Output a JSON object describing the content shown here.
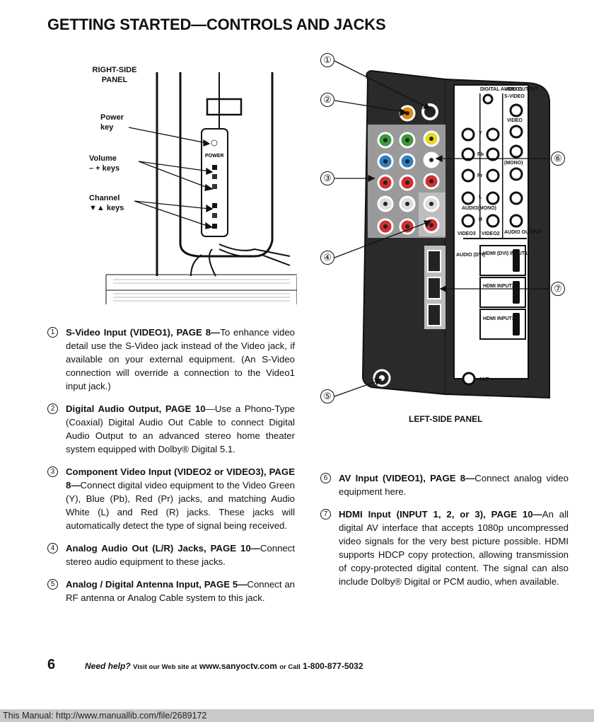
{
  "title": "GETTING STARTED—CONTROLS AND JACKS",
  "right_panel": {
    "heading_line1": "RIGHT-SIDE",
    "heading_line2": "PANEL",
    "power_line1": "Power",
    "power_line2": "key",
    "volume_line1": "Volume",
    "volume_line2": "– + keys",
    "channel_line1": "Channel",
    "channel_line2": "▼▲ keys",
    "power_label": "POWER"
  },
  "left_panel": {
    "caption": "LEFT-SIDE PANEL",
    "callouts": [
      "①",
      "②",
      "③",
      "④",
      "⑤",
      "⑥",
      "⑦"
    ],
    "labels": {
      "digital_audio": "DIGITAL AUDIO OUTPUT",
      "video1": "VIDEO1",
      "s_video": "S-VIDEO",
      "video": "VIDEO",
      "y": "Y",
      "pb": "Pb",
      "pr": "Pr",
      "l": "L",
      "r": "R",
      "audio_mono": "AUDIO(MONO)",
      "mono": "(MONO)",
      "video3": "VIDEO3",
      "video2": "VIDEO2",
      "audio_output": "AUDIO OUTPUT",
      "audio_dvi": "AUDIO (DVI)",
      "hdmi1": "HDMI (DVI) INPUT1",
      "hdmi2": "HDMI INPUT2",
      "hdmi3": "HDMI INPUT3",
      "ant": "ANT"
    }
  },
  "items_col1": [
    {
      "num": "1",
      "head": "S-Video Input (VIDEO1), PAGE 8—",
      "text": "To enhance video detail use the S-Video jack instead of the Video jack, if available on your external equipment. (An S-Video connection will override a connection to the Video1 input jack.)"
    },
    {
      "num": "2",
      "head": "Digital Audio Output, PAGE 10",
      "text": "—Use a Phono-Type (Coaxial) Digital Audio Out Cable to connect Digital Audio Output to an advanced stereo home theater system equipped with Dolby® Digital 5.1."
    },
    {
      "num": "3",
      "head": "Component Video Input (VIDEO2 or VIDEO3), PAGE 8—",
      "text": "Connect digital video equipment to the Video Green (Y), Blue (Pb), Red (Pr) jacks, and matching Audio White (L) and Red (R) jacks. These jacks will automatically detect the type of signal being received."
    },
    {
      "num": "4",
      "head": "Analog Audio Out (L/R) Jacks, PAGE 10—",
      "text": "Connect stereo audio equipment to these jacks."
    },
    {
      "num": "5",
      "head": "Analog / Digital Antenna Input, PAGE 5—",
      "text": "Connect an RF antenna or Analog Cable system to this jack."
    }
  ],
  "items_col2": [
    {
      "num": "6",
      "head": "AV Input (VIDEO1), PAGE 8—",
      "text": "Connect analog video equipment here."
    },
    {
      "num": "7",
      "head": "HDMI Input (INPUT 1, 2, or 3), PAGE 10—",
      "text": "An all digital AV interface that accepts 1080p uncompressed video signals for the very best picture possible. HDMI supports HDCP copy protection, allowing transmission of copy-protected digital content. The signal can also include Dolby® Digital or PCM audio, when available."
    }
  ],
  "footer": {
    "page_number": "6",
    "need_help": "Need help?",
    "visit": "Visit our Web site at",
    "url": "www.sanyoctv.com",
    "or_call": "or Call",
    "phone": "1-800-877-5032"
  },
  "bottom_bar": "This Manual: http://www.manuallib.com/file/2689172"
}
